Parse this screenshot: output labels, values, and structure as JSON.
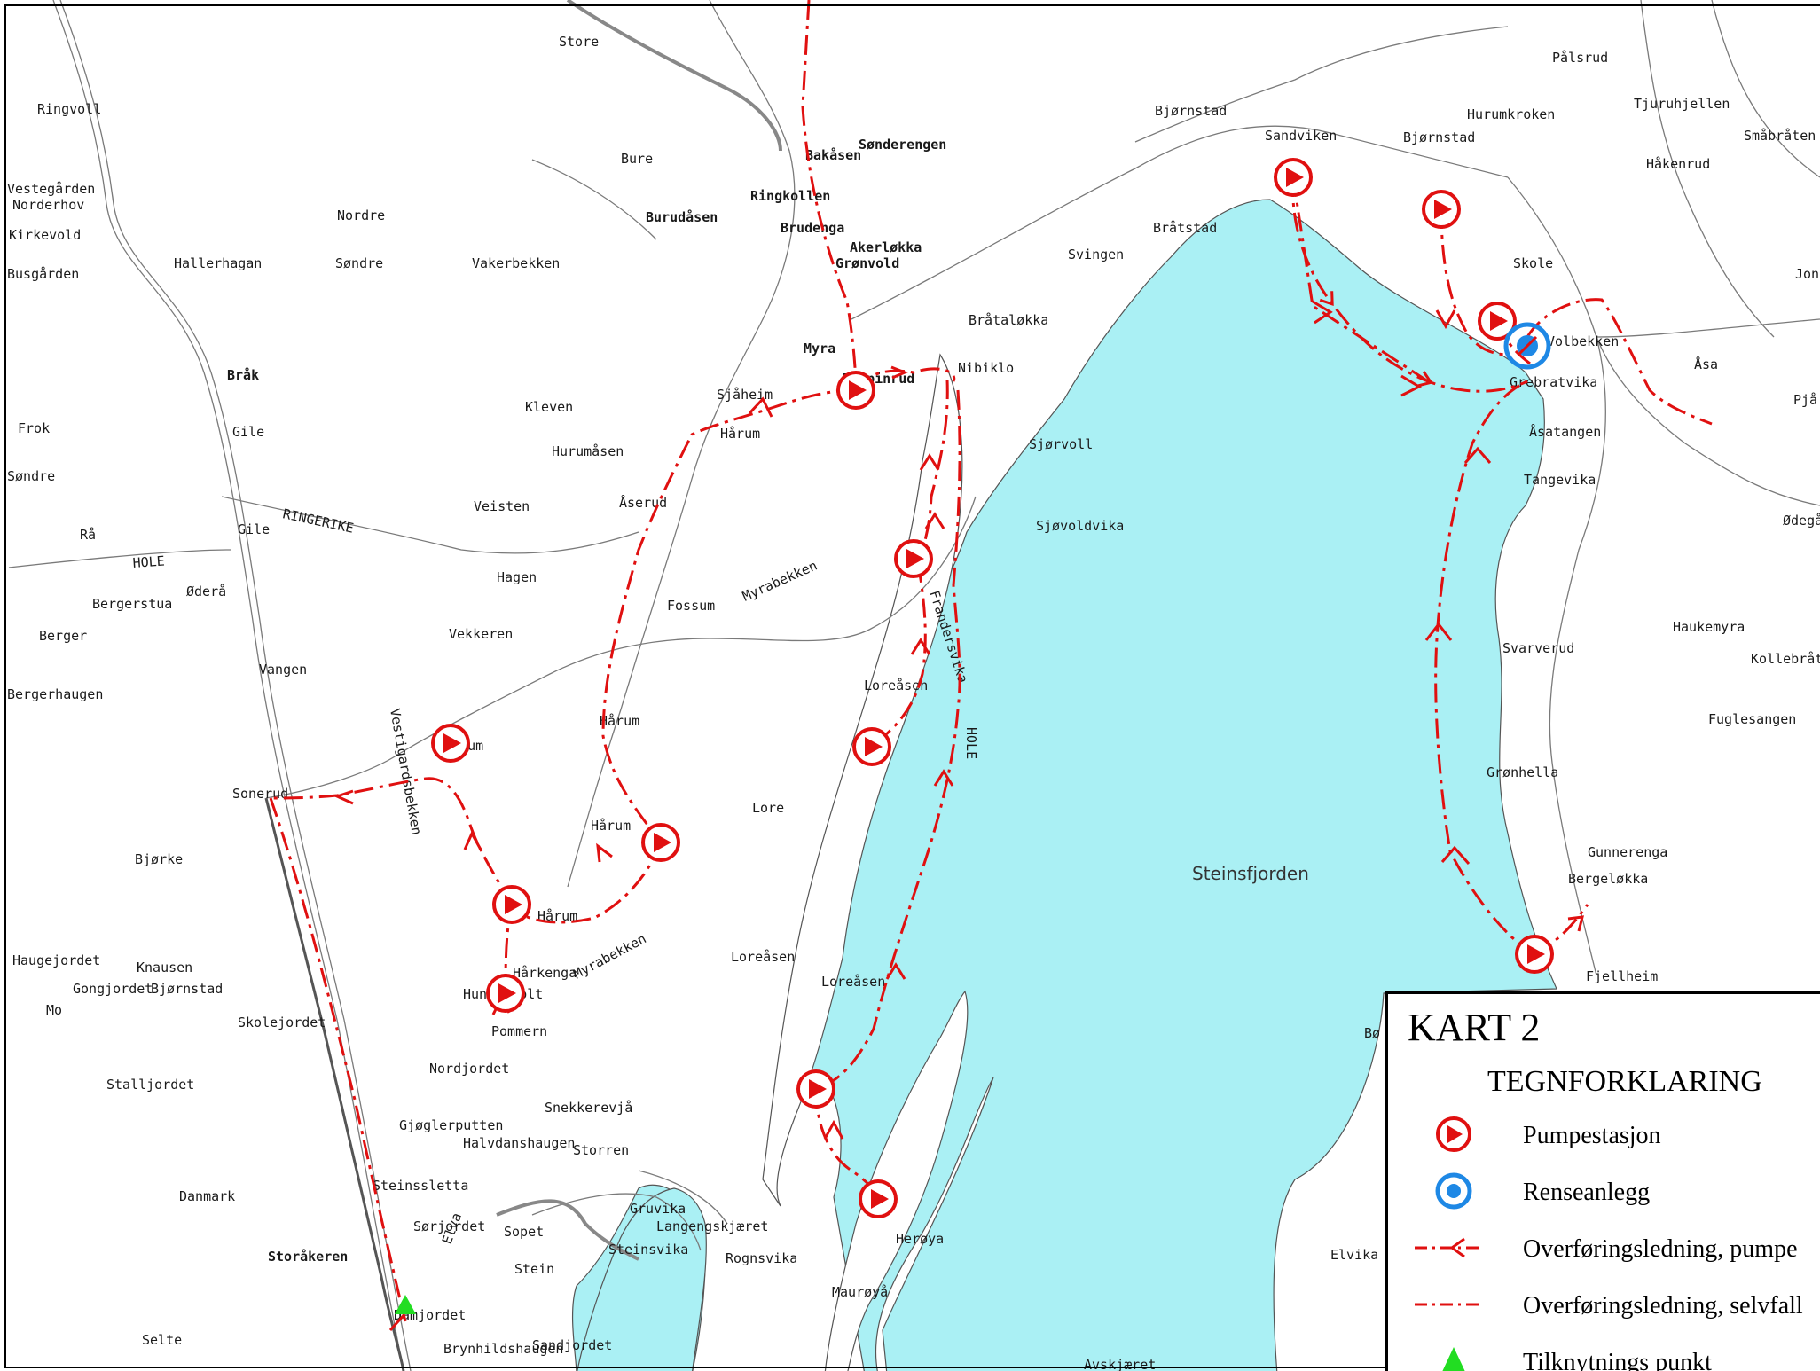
{
  "colors": {
    "water": "#aaf0f4",
    "route": "#e01010",
    "pump": "#e01010",
    "plant": "#1e88e5",
    "connection": "#22dd22",
    "road": "#7a7a7a"
  },
  "map": {
    "water_label": "Steinsfjorden",
    "places": [
      {
        "text": "Store"
      },
      {
        "text": "Ringvoll"
      },
      {
        "text": "Vestegården"
      },
      {
        "text": "Norderhov"
      },
      {
        "text": "Kirkevold"
      },
      {
        "text": "Busgården"
      },
      {
        "text": "Nordre"
      },
      {
        "text": "Søndre"
      },
      {
        "text": "Hallerhagan"
      },
      {
        "text": "Bråk"
      },
      {
        "text": "Frok"
      },
      {
        "text": "Søndre"
      },
      {
        "text": "Gile"
      },
      {
        "text": "Gile"
      },
      {
        "text": "RINGERIKE"
      },
      {
        "text": "HOLE"
      },
      {
        "text": "Rå"
      },
      {
        "text": "Øderå"
      },
      {
        "text": "Bergerstua"
      },
      {
        "text": "Berger"
      },
      {
        "text": "Vangen"
      },
      {
        "text": "Bergerhaugen"
      },
      {
        "text": "Sonerud"
      },
      {
        "text": "Bjørke"
      },
      {
        "text": "Haugejordet"
      },
      {
        "text": "Knausen"
      },
      {
        "text": "Gongjordet"
      },
      {
        "text": "Bjørnstad"
      },
      {
        "text": "Mo"
      },
      {
        "text": "Skolejordet"
      },
      {
        "text": "Stalljordet"
      },
      {
        "text": "Danmark"
      },
      {
        "text": "Storåkeren"
      },
      {
        "text": "Selte"
      },
      {
        "text": "Vakerbekken"
      },
      {
        "text": "Kleven"
      },
      {
        "text": "Veisten"
      },
      {
        "text": "Hagen"
      },
      {
        "text": "Vekkeren"
      },
      {
        "text": "Vestigardsbekken"
      },
      {
        "text": "Hårum"
      },
      {
        "text": "Hårum"
      },
      {
        "text": "Hårum"
      },
      {
        "text": "Hårum"
      },
      {
        "text": "Hårkenga"
      },
      {
        "text": "Myrabekken"
      },
      {
        "text": "Hungerholt"
      },
      {
        "text": "Pommern"
      },
      {
        "text": "Nordjordet"
      },
      {
        "text": "Gjøglerputten"
      },
      {
        "text": "Halvdanshaugen"
      },
      {
        "text": "Snekkerevjå"
      },
      {
        "text": "Storren"
      },
      {
        "text": "Steinssletta"
      },
      {
        "text": "Sørjordet"
      },
      {
        "text": "Sopet"
      },
      {
        "text": "Stein"
      },
      {
        "text": "Damjordet"
      },
      {
        "text": "Brynhildshaugen"
      },
      {
        "text": "Sandjordet"
      },
      {
        "text": "Elva"
      },
      {
        "text": "Bure"
      },
      {
        "text": "Burudåsen"
      },
      {
        "text": "Bakåsen"
      },
      {
        "text": "Sønderengen"
      },
      {
        "text": "Ringkollen"
      },
      {
        "text": "Brudenga"
      },
      {
        "text": "Akerløkka"
      },
      {
        "text": "Grønvold"
      },
      {
        "text": "Myra"
      },
      {
        "text": "Tolpinrud"
      },
      {
        "text": "Sjåheim"
      },
      {
        "text": "Hårum"
      },
      {
        "text": "Hurumåsen"
      },
      {
        "text": "Åserud"
      },
      {
        "text": "Fossum"
      },
      {
        "text": "Myrabekken"
      },
      {
        "text": "Lore"
      },
      {
        "text": "Loreåsen"
      },
      {
        "text": "Loreåsen"
      },
      {
        "text": "Loreåsen"
      },
      {
        "text": "Gruvika"
      },
      {
        "text": "Langengskjæret"
      },
      {
        "text": "Steinsvika"
      },
      {
        "text": "Rognsvika"
      },
      {
        "text": "Herøya"
      },
      {
        "text": "Maurøyå"
      },
      {
        "text": "Frandersvika"
      },
      {
        "text": "HOLE"
      },
      {
        "text": "Nibiklo"
      },
      {
        "text": "Bråtaløkka"
      },
      {
        "text": "Sjørvoll"
      },
      {
        "text": "Sjøvoldvika"
      },
      {
        "text": "Svingen"
      },
      {
        "text": "Bråtstad"
      },
      {
        "text": "Bjørnstad"
      },
      {
        "text": "Sandviken"
      },
      {
        "text": "Bjørnstad"
      },
      {
        "text": "Hurumkroken"
      },
      {
        "text": "Pålsrud"
      },
      {
        "text": "Tjuruhjellen"
      },
      {
        "text": "Småbråten"
      },
      {
        "text": "Håkenrud"
      },
      {
        "text": "Skole"
      },
      {
        "text": "Volbekken"
      },
      {
        "text": "Grebratvika"
      },
      {
        "text": "Åsa"
      },
      {
        "text": "Åsatangen"
      },
      {
        "text": "Tangevika"
      },
      {
        "text": "Svarverud"
      },
      {
        "text": "Haukemyra"
      },
      {
        "text": "Kollebråten"
      },
      {
        "text": "Fuglesangen"
      },
      {
        "text": "Grønhella"
      },
      {
        "text": "Gunnerenga"
      },
      {
        "text": "Bergeløkka"
      },
      {
        "text": "Fjellheim"
      },
      {
        "text": "Elvika"
      },
      {
        "text": "Avskjæret"
      },
      {
        "text": "Jon"
      },
      {
        "text": "Pjå"
      },
      {
        "text": "Ødegå"
      },
      {
        "text": "Bø"
      }
    ]
  },
  "legend": {
    "title": "KART 2",
    "subtitle": "TEGNFORKLARING",
    "items": [
      {
        "label": "Pumpestasjon"
      },
      {
        "label": "Renseanlegg"
      },
      {
        "label": "Overføringsledning, pumpe"
      },
      {
        "label": "Overføringsledning, selvfall"
      },
      {
        "label": "Tilknytnings punkt"
      }
    ]
  }
}
